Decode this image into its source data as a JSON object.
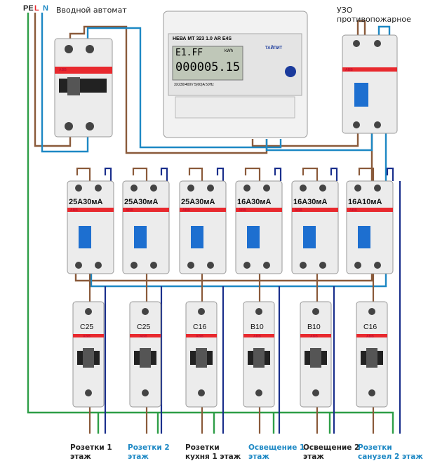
{
  "legend": {
    "pe": "PE",
    "l": "L",
    "n": "N"
  },
  "titles": {
    "main_breaker": "Вводной автомат",
    "fire_rcd": "УЗО противопожарное"
  },
  "meter": {
    "model": "НЕВА МТ 323 1.0 AR E4S",
    "display_top": "E1.FF",
    "display_main": "000005.15",
    "unit": "kWh",
    "brand": "ТАЙПИТ",
    "spec": "3X230/400V 5(60)A 50Hz"
  },
  "brand": "ABB",
  "rcds": [
    "25A30мА",
    "25A30мА",
    "25A30мА",
    "16A30мА",
    "16A30мА",
    "16A10мА"
  ],
  "mcbs": [
    "C25",
    "C25",
    "C16",
    "B10",
    "B10",
    "C16"
  ],
  "circuits": [
    {
      "text": "Розетки 1 этаж",
      "style": "dark"
    },
    {
      "text": "Розетки 2 этаж",
      "style": "blue"
    },
    {
      "text": "Розетки кухня 1 этаж",
      "style": "dark"
    },
    {
      "text": "Освещение 1 этаж",
      "style": "blue"
    },
    {
      "text": "Освещение 2 этаж",
      "style": "dark"
    },
    {
      "text": "Розетки санузел 2 этаж",
      "style": "blue"
    }
  ],
  "colors": {
    "pe": "#2e9e47",
    "l": "#8a5a3a",
    "n": "#1d88c4",
    "n_dark": "#1a2f8c",
    "red_label": "#e8292e"
  }
}
